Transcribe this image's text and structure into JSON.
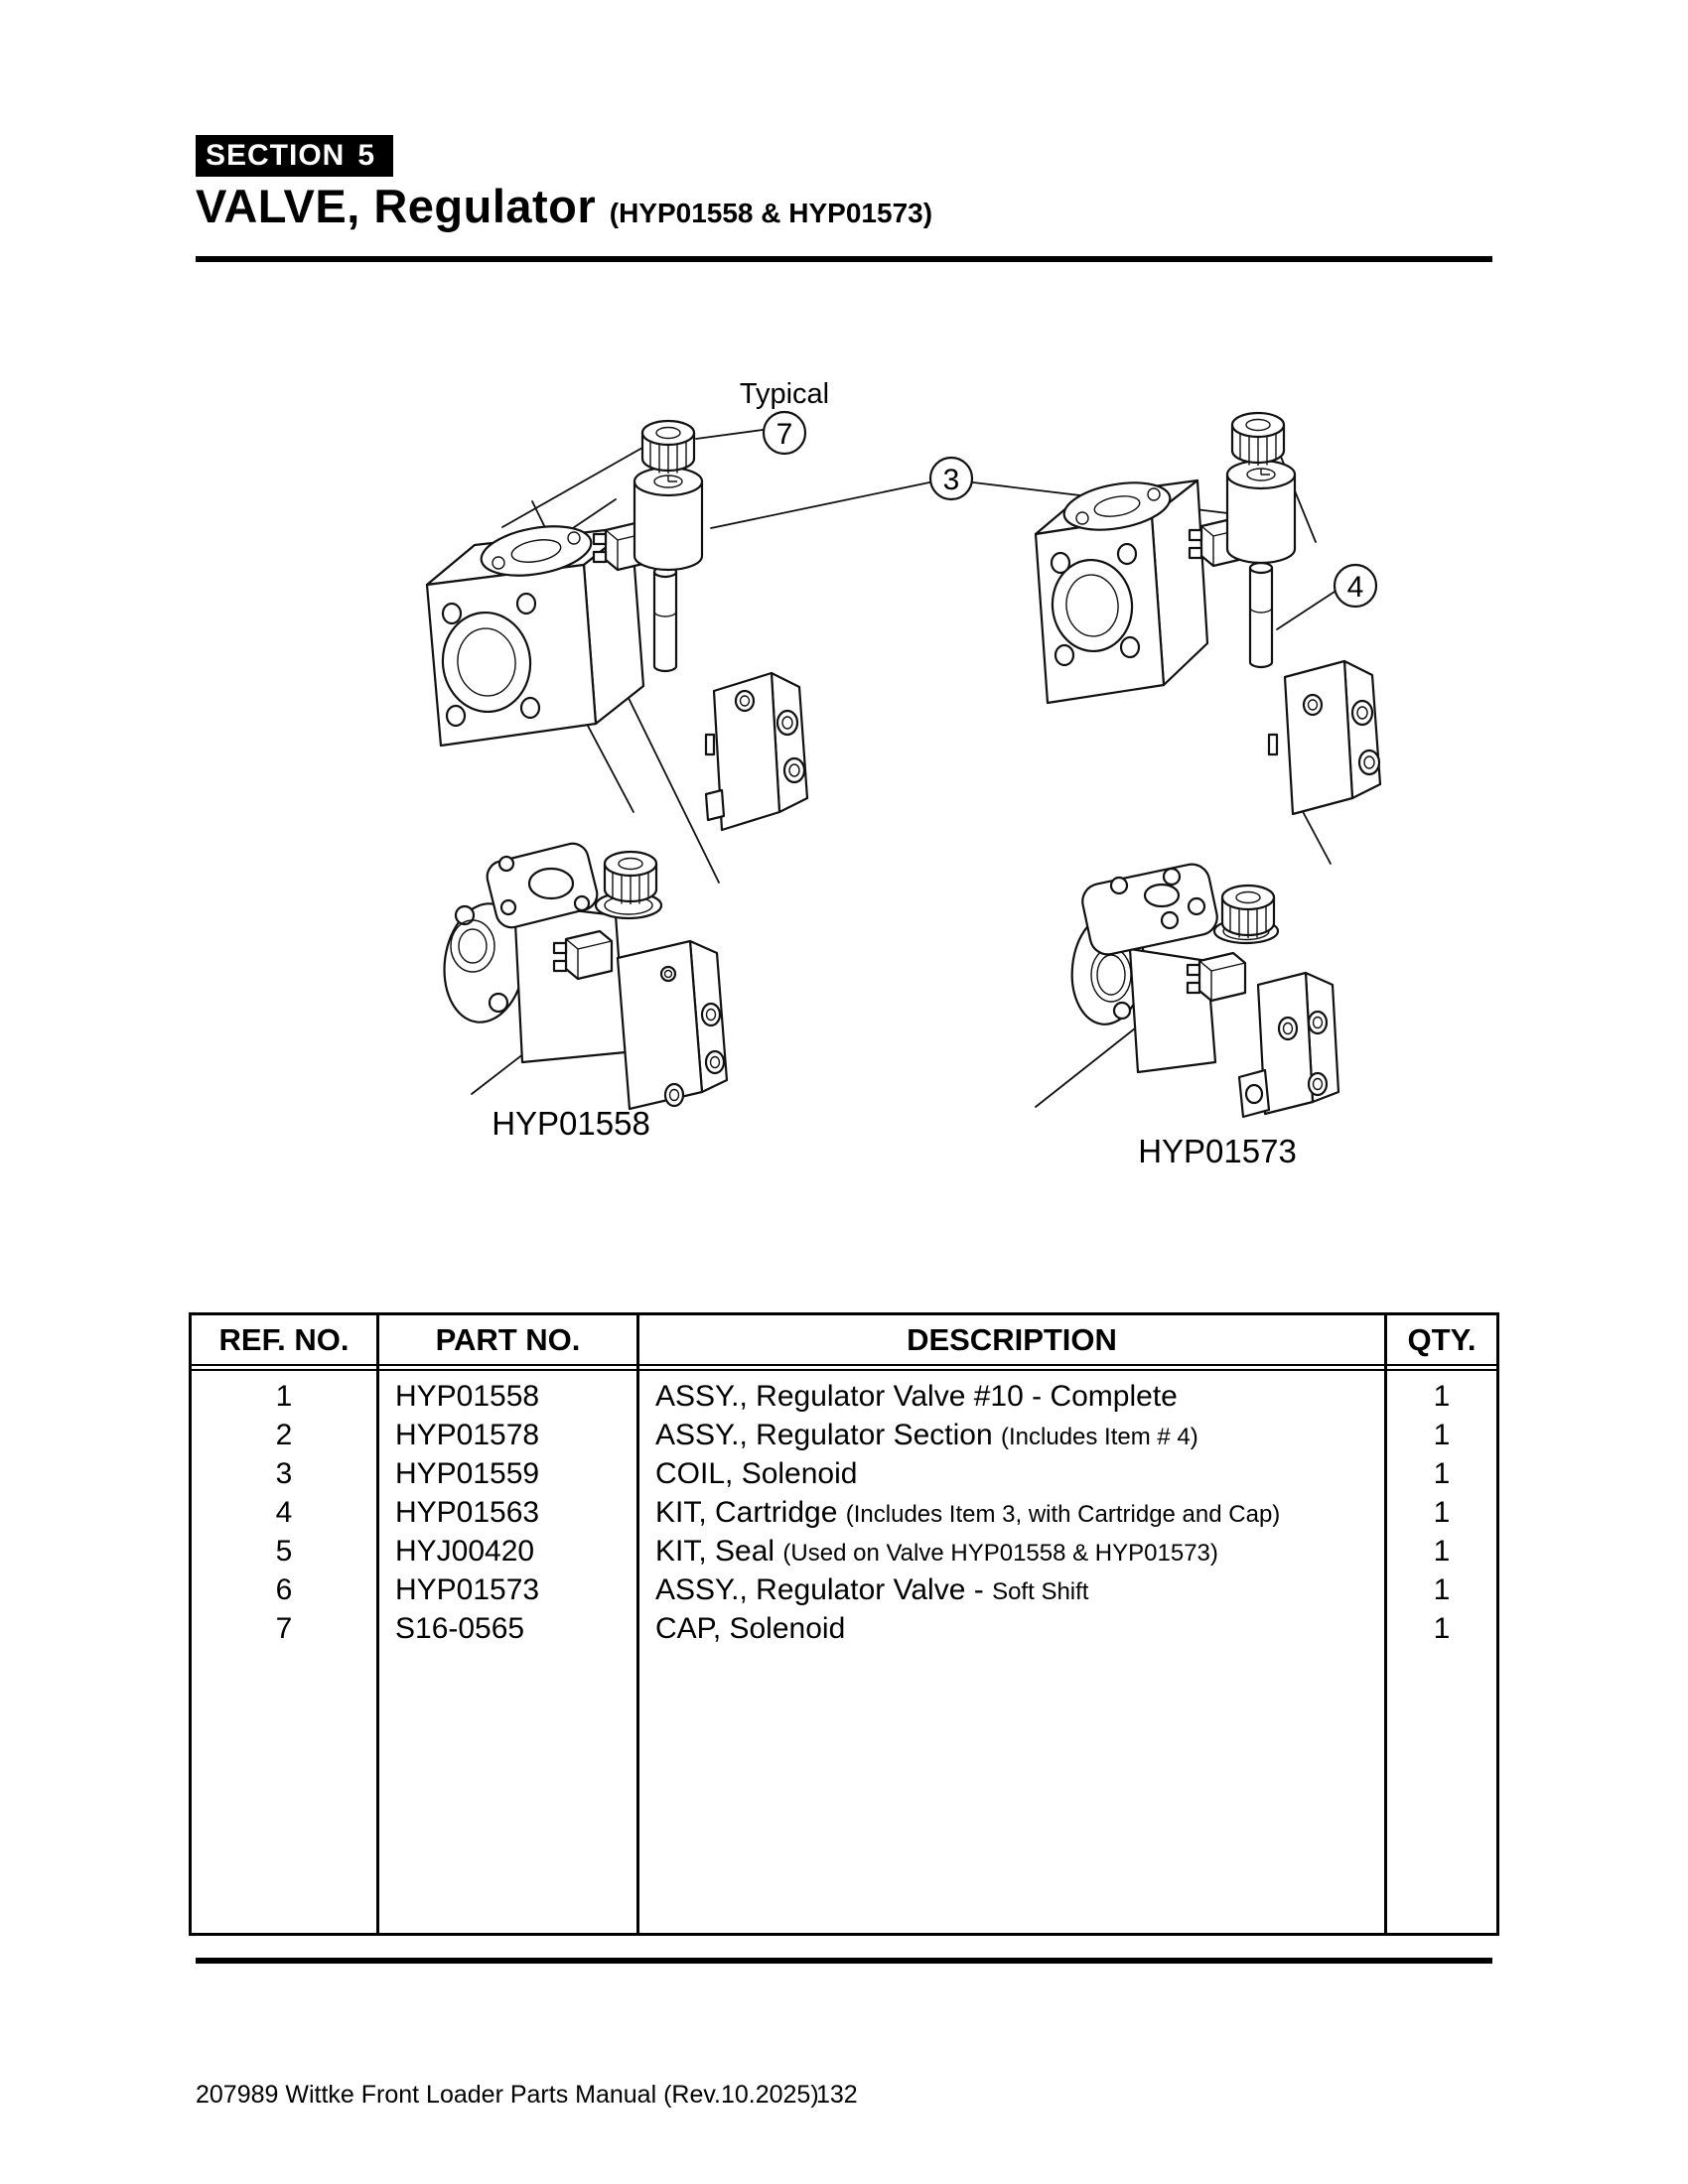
{
  "header": {
    "section_label": "SECTION",
    "section_number": "5",
    "title": "VALVE, Regulator",
    "title_models": "(HYP01558 & HYP01573)"
  },
  "diagram": {
    "typical_label": "Typical",
    "callout_7": "7",
    "callout_3": "3",
    "callout_4": "4",
    "left_assembly_label": "HYP01558",
    "right_assembly_label": "HYP01573"
  },
  "table": {
    "headers": {
      "ref": "REF. NO.",
      "part": "PART NO.",
      "desc": "DESCRIPTION",
      "qty": "QTY."
    },
    "rows": [
      {
        "ref": "1",
        "part": "HYP01558",
        "desc": "ASSY., Regulator Valve #10 - Complete",
        "note": "",
        "qty": "1"
      },
      {
        "ref": "2",
        "part": "HYP01578",
        "desc": "ASSY., Regulator Section",
        "note": "(Includes Item # 4)",
        "qty": "1"
      },
      {
        "ref": "3",
        "part": "HYP01559",
        "desc": "COIL, Solenoid",
        "note": "",
        "qty": "1"
      },
      {
        "ref": "4",
        "part": "HYP01563",
        "desc": "KIT, Cartridge",
        "note": "(Includes Item 3, with Cartridge and Cap)",
        "qty": "1"
      },
      {
        "ref": "5",
        "part": "HYJ00420",
        "desc": "KIT, Seal",
        "note": "(Used on Valve HYP01558 & HYP01573)",
        "qty": "1"
      },
      {
        "ref": "6",
        "part": "HYP01573",
        "desc": "ASSY., Regulator Valve -",
        "note": "Soft Shift",
        "qty": "1"
      },
      {
        "ref": "7",
        "part": "S16-0565",
        "desc": "CAP, Solenoid",
        "note": "",
        "qty": "1"
      }
    ]
  },
  "footer": {
    "manual": "207989 Wittke Front Loader Parts Manual (Rev.10.2025)",
    "page_number": "132"
  }
}
